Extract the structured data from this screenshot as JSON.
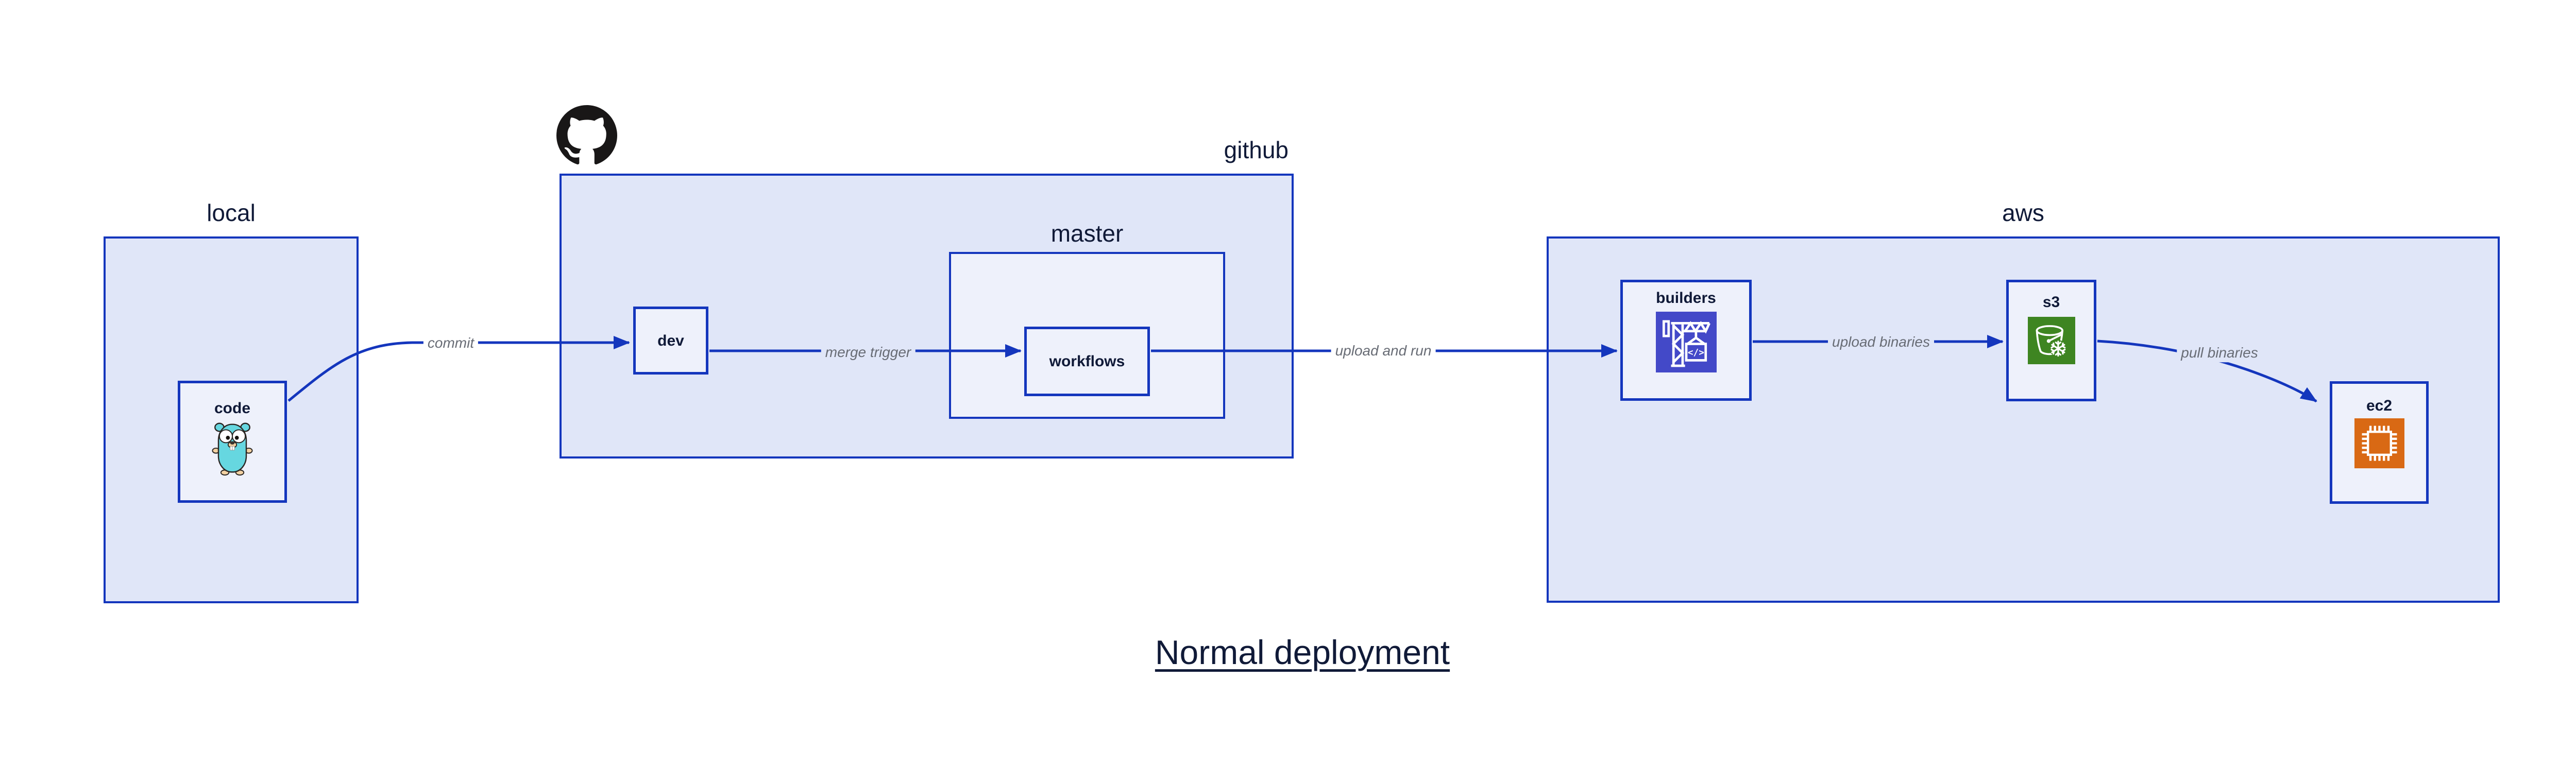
{
  "title": "Normal deployment",
  "containers": {
    "local": {
      "label": "local"
    },
    "github": {
      "label": "github"
    },
    "master": {
      "label": "master"
    },
    "aws": {
      "label": "aws"
    }
  },
  "nodes": {
    "code": {
      "label": "code",
      "icon": "go-gopher-icon"
    },
    "dev": {
      "label": "dev"
    },
    "workflows": {
      "label": "workflows"
    },
    "builders": {
      "label": "builders",
      "icon": "aws-codebuild-icon",
      "code_glyph": "</>"
    },
    "s3": {
      "label": "s3",
      "icon": "aws-s3-glacier-icon"
    },
    "ec2": {
      "label": "ec2",
      "icon": "aws-ec2-icon"
    }
  },
  "edges": {
    "commit": {
      "label": "commit"
    },
    "merge_trigger": {
      "label": "merge trigger"
    },
    "upload_and_run": {
      "label": "upload and run"
    },
    "upload_binaries": {
      "label": "upload binaries"
    },
    "pull_binaries": {
      "label": "pull binaries"
    }
  },
  "icons": {
    "github_logo": "github-octocat-icon"
  },
  "colors": {
    "line_blue": "#1436bd",
    "container_fill": "#e0e6f8",
    "node_fill": "#eef1fb",
    "label_navy": "#101a38",
    "edge_label_gray": "#686c75",
    "codebuild_purple": "#4349c8",
    "s3_glacier_green": "#3e8521",
    "ec2_orange": "#d96914",
    "github_black": "#191717",
    "gopher_teal": "#66d7e0",
    "gopher_tan": "#f2d1a2"
  }
}
